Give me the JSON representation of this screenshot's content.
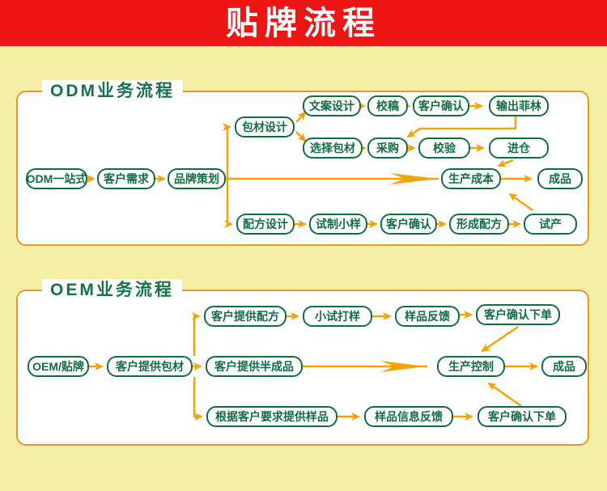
{
  "banner": {
    "title": "贴牌流程"
  },
  "colors": {
    "page_bg": "#F5EFA4",
    "banner_bg": "#EE1414",
    "banner_text": "#FFFFFF",
    "panel_border": "#E19A33",
    "node_border": "#146C43",
    "node_text": "#146C43",
    "title_text": "#157347",
    "arrow": "#F5A201"
  },
  "odm": {
    "title": "ODM业务流程",
    "nodes": [
      {
        "label": "ODM一站式"
      },
      {
        "label": "客户需求"
      },
      {
        "label": "品牌策划"
      },
      {
        "label": "包材设计"
      },
      {
        "label": "文案设计"
      },
      {
        "label": "校稿"
      },
      {
        "label": "客户确认"
      },
      {
        "label": "输出菲林"
      },
      {
        "label": "选择包材"
      },
      {
        "label": "采购"
      },
      {
        "label": "校验"
      },
      {
        "label": "进仓"
      },
      {
        "label": "生产成本"
      },
      {
        "label": "成品"
      },
      {
        "label": "配方设计"
      },
      {
        "label": "试制小样"
      },
      {
        "label": "客户确认"
      },
      {
        "label": "形成配方"
      },
      {
        "label": "试产"
      }
    ],
    "edges": [
      "ODM一站式→客户需求",
      "客户需求→品牌策划",
      "品牌策划→包材设计",
      "品牌策划→生产成本",
      "品牌策划→配方设计",
      "包材设计→文案设计",
      "包材设计→选择包材",
      "文案设计→校稿",
      "校稿→客户确认",
      "客户确认→输出菲林",
      "输出菲林→采购",
      "选择包材→采购",
      "采购→校验",
      "校验→进仓",
      "进仓→生产成本",
      "生产成本→成品",
      "配方设计→试制小样",
      "试制小样→客户确认",
      "客户确认→形成配方",
      "形成配方→试产",
      "试产→生产成本"
    ]
  },
  "oem": {
    "title": "OEM业务流程",
    "nodes": [
      {
        "label": "OEM/贴牌"
      },
      {
        "label": "客户提供包材"
      },
      {
        "label": "客户提供配方"
      },
      {
        "label": "小试打样"
      },
      {
        "label": "样品反馈"
      },
      {
        "label": "客户确认下单"
      },
      {
        "label": "客户提供半成品"
      },
      {
        "label": "生产控制"
      },
      {
        "label": "成品"
      },
      {
        "label": "根据客户要求提供样品"
      },
      {
        "label": "样品信息反馈"
      },
      {
        "label": "客户确认下单"
      }
    ],
    "edges": [
      "OEM/贴牌→客户提供包材",
      "客户提供包材→客户提供配方",
      "客户提供包材→客户提供半成品",
      "客户提供包材→根据客户要求提供样品",
      "客户提供配方→小试打样",
      "小试打样→样品反馈",
      "样品反馈→客户确认下单",
      "客户确认下单→生产控制",
      "客户提供半成品→生产控制",
      "生产控制→成品",
      "根据客户要求提供样品→样品信息反馈",
      "样品信息反馈→客户确认下单",
      "客户确认下单→生产控制"
    ]
  }
}
